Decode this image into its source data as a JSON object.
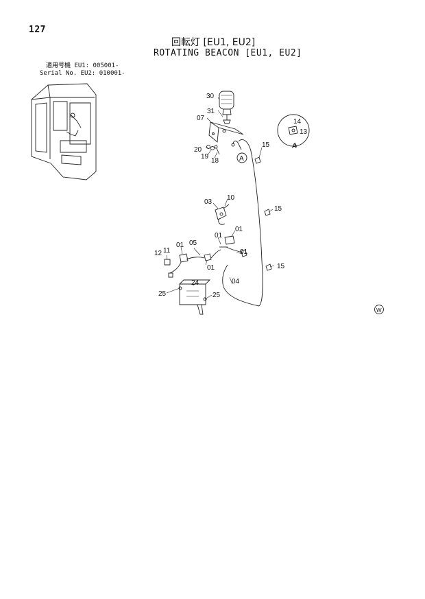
{
  "page": {
    "number": "127"
  },
  "title": {
    "japanese": "回転灯 [EU1, EU2]",
    "english": "ROTATING BEACON [EU1, EU2]"
  },
  "serial": {
    "line1_label": "適用号機",
    "line1_value": "EU1: 005001-",
    "line2_label": "Serial No.",
    "line2_value": "EU2: 010001-"
  },
  "callouts": {
    "c30": "30",
    "c31": "31",
    "c07": "07",
    "c20": "20",
    "c19": "19",
    "c18": "18",
    "cA": "A",
    "c15a": "15",
    "c14": "14",
    "c13": "13",
    "cDetailA": "A",
    "c03": "03",
    "c10": "10",
    "c15b": "15",
    "c01a": "01",
    "c12": "12",
    "c11": "11",
    "c01b": "01",
    "c05": "05",
    "c01c": "01",
    "c01d": "01",
    "c01e": "01",
    "c04": "04",
    "c15c": "15",
    "c24": "24",
    "c25a": "25",
    "c25b": "25",
    "mark": "W"
  }
}
